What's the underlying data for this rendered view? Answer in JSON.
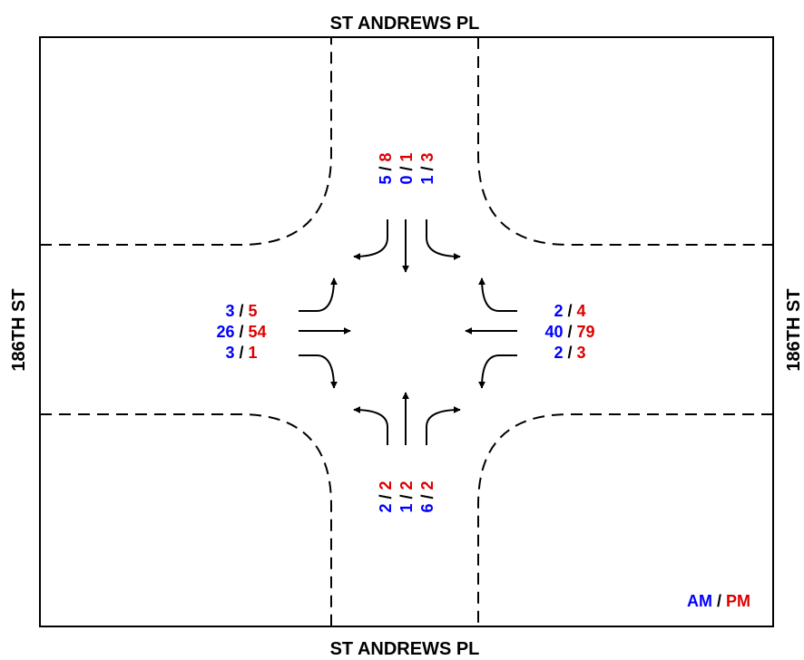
{
  "streets": {
    "top": "ST ANDREWS PL",
    "bottom": "ST ANDREWS PL",
    "left": "186TH ST",
    "right": "186TH ST"
  },
  "colors": {
    "am": "#0000ff",
    "pm": "#dd0000"
  },
  "legend": {
    "am": "AM",
    "sep": "/",
    "pm": "PM"
  },
  "approaches": {
    "north": {
      "left": {
        "am": "1",
        "pm": "3"
      },
      "through": {
        "am": "0",
        "pm": "1"
      },
      "right": {
        "am": "5",
        "pm": "8"
      }
    },
    "south": {
      "left": {
        "am": "2",
        "pm": "2"
      },
      "through": {
        "am": "1",
        "pm": "2"
      },
      "right": {
        "am": "6",
        "pm": "2"
      }
    },
    "west": {
      "left": {
        "am": "3",
        "pm": "5"
      },
      "through": {
        "am": "26",
        "pm": "54"
      },
      "right": {
        "am": "3",
        "pm": "1"
      }
    },
    "east": {
      "left": {
        "am": "2",
        "pm": "3"
      },
      "through": {
        "am": "40",
        "pm": "79"
      },
      "right": {
        "am": "2",
        "pm": "4"
      }
    }
  }
}
